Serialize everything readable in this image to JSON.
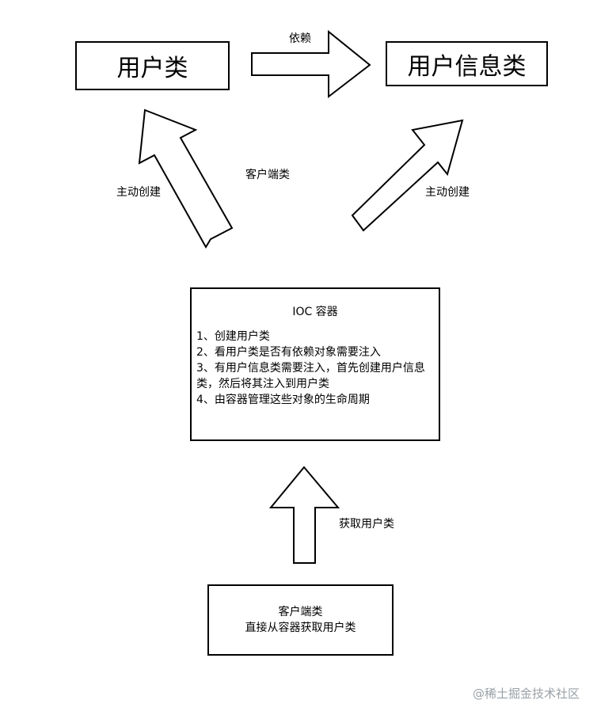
{
  "nodes": {
    "user_class": "用户类",
    "user_info_class": "用户信息类",
    "ioc_container": {
      "title": "IOC 容器",
      "steps": [
        "1、创建用户类",
        "2、看用户类是否有依赖对象需要注入",
        "3、有用户信息类需要注入，首先创建用户信息类，然后将其注入到用户类",
        "4、由容器管理这些对象的生命周期"
      ]
    },
    "client_box": {
      "line1": "客户端类",
      "line2": "直接从容器获取用户类"
    }
  },
  "edges": {
    "depends": "依赖",
    "create_left": "主动创建",
    "create_right": "主动创建",
    "get_user_class": "获取用户类"
  },
  "annotations": {
    "client_class_label": "客户端类"
  },
  "watermark": "@稀土掘金技术社区"
}
